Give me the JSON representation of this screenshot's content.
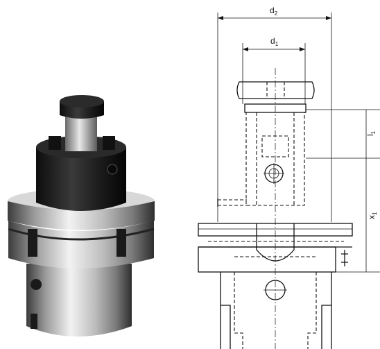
{
  "figure": {
    "photo_alt": "",
    "dimensions": {
      "d2": {
        "base": "d",
        "sub": "2"
      },
      "d1": {
        "base": "d",
        "sub": "1"
      },
      "l1": {
        "base": "l",
        "sub": "1"
      },
      "x1": {
        "base": "x",
        "sub": "1"
      }
    },
    "colors": {
      "steel_light": "#e6e6e6",
      "steel_mid": "#a8a8a8",
      "steel_dark": "#4a4a4a",
      "black_part": "#1a1a1a",
      "line": "#111111"
    }
  }
}
